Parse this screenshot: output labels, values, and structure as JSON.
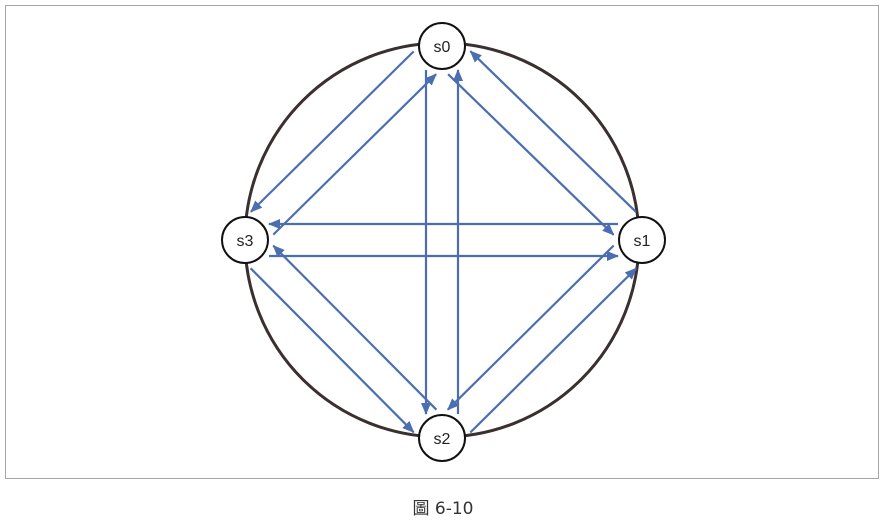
{
  "nodes": [
    {
      "id": "s0",
      "label": "s0"
    },
    {
      "id": "s1",
      "label": "s1"
    },
    {
      "id": "s2",
      "label": "s2"
    },
    {
      "id": "s3",
      "label": "s3"
    }
  ],
  "edges": [
    {
      "from": "s0",
      "to": "s1"
    },
    {
      "from": "s1",
      "to": "s0"
    },
    {
      "from": "s0",
      "to": "s2"
    },
    {
      "from": "s2",
      "to": "s0"
    },
    {
      "from": "s0",
      "to": "s3"
    },
    {
      "from": "s3",
      "to": "s0"
    },
    {
      "from": "s1",
      "to": "s2"
    },
    {
      "from": "s2",
      "to": "s1"
    },
    {
      "from": "s1",
      "to": "s3"
    },
    {
      "from": "s3",
      "to": "s1"
    },
    {
      "from": "s2",
      "to": "s3"
    },
    {
      "from": "s3",
      "to": "s2"
    }
  ],
  "colors": {
    "ring": "#3a3030",
    "edge": "#4a6eb0",
    "node_stroke": "#111111"
  },
  "caption": "圖 6-10"
}
